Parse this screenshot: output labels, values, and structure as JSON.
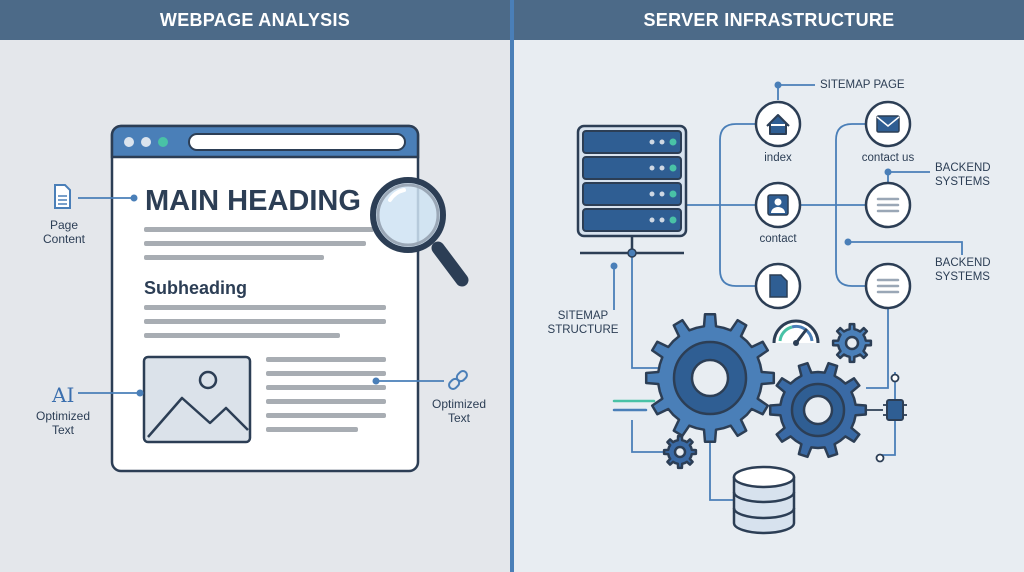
{
  "left_panel": {
    "title": "WEBPAGE ANALYSIS",
    "main_heading": "MAIN HEADING",
    "subheading": "Subheading",
    "page_content_label": [
      "Page",
      "Content"
    ],
    "optimized_text_left_label": [
      "Optimized",
      "Text"
    ],
    "optimized_text_right_label": [
      "Optimized",
      "Text"
    ],
    "alt_text_glyph": "AI"
  },
  "right_panel": {
    "title": "SERVER INFRASTRUCTURE",
    "sitemap_page_label": "SITEMAP PAGE",
    "index_label": "index",
    "contact_us_label": "contact us",
    "contact_label": "contact",
    "backend_systems_1": [
      "BACKEND",
      "SYSTEMS"
    ],
    "backend_systems_2": [
      "BACKEND",
      "SYSTEMS"
    ],
    "sitemap_structure_label": [
      "SITEMAP",
      "STRUCTURE"
    ]
  },
  "colors": {
    "header": "#4c6a88",
    "accent_blue": "#4a7fb8",
    "navy": "#2c3e55",
    "teal": "#49c2a6"
  }
}
